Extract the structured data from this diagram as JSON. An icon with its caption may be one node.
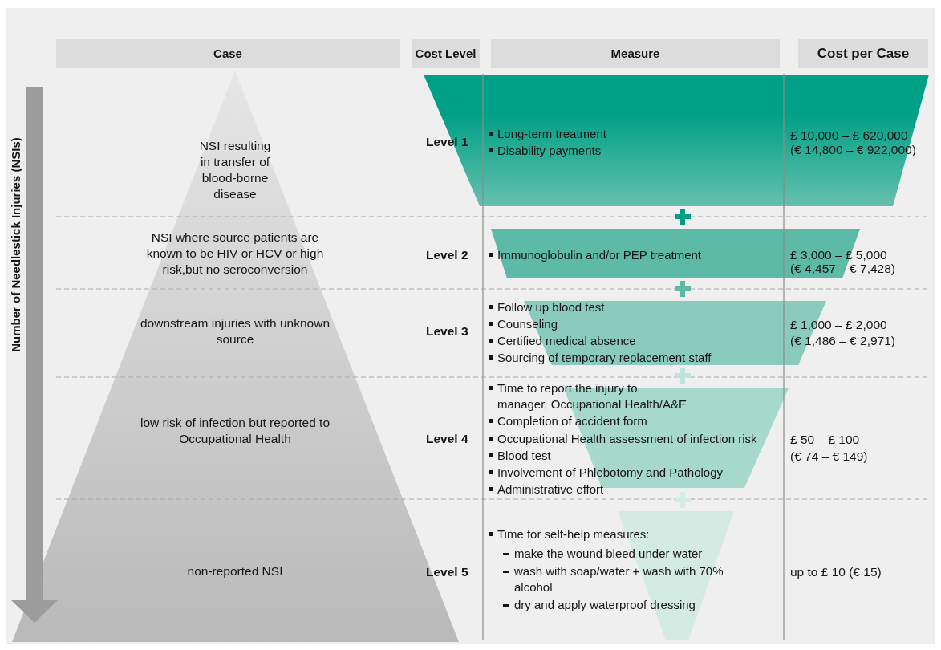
{
  "diagram": {
    "labels": [
      "Case",
      "Cost Level",
      "Measure",
      "Cost per Case",
      "Number of Needlestick Injuries (NSIs)",
      "NSI resulting in transfer of blood-borne disease",
      "Level 1",
      "Long-term treatment",
      "Disability payments",
      "£ 10,000 – £ 620,000",
      "(€ 14,800 – € 922,000)",
      "NSI where source patients are known to be HIV or HCV or high risk,but no seroconversion",
      "Level 2",
      "Immunoglobulin and/or PEP treatment",
      "£ 3,000 – £ 5,000",
      "(€ 4,457 – € 7,428)",
      "downstream injuries with unknown source",
      "Level 3",
      "Follow up blood test",
      "Counseling",
      "Certified medical absence",
      "Sourcing of temporary replacement staff",
      "£ 1,000 – £ 2,000",
      "(€ 1,486 – € 2,971)",
      "low risk of infection but reported to Occupational Health",
      "Level 4",
      "Time to report the injury to manager, Occupational Health/A&E",
      "Completion of accident form",
      "Occupational Health assessment of infection risk",
      "Blood test",
      "Involvement of Phlebotomy and Pathology",
      "Administrative effort",
      "£ 50 – £ 100",
      "(€ 74 – € 149)",
      "non-reported NSI",
      "Level 5",
      "Time for self-help measures:",
      "make the wound bleed under water",
      "wash with soap/water + wash with 70% alcohol",
      "dry and apply waterproof dressing",
      "up to £ 10 (€ 15)"
    ]
  }
}
